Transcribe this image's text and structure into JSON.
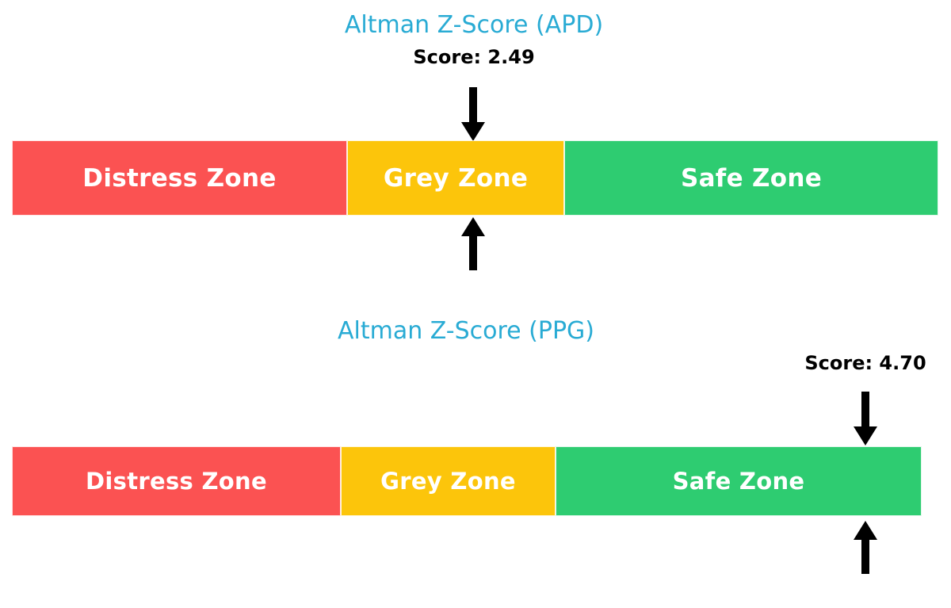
{
  "chart_data": [
    {
      "type": "bar",
      "orientation": "horizontal-stacked",
      "title": "Altman Z-Score (APD)",
      "score_label": "Score: 2.49",
      "score_value": 2.49,
      "categories": [
        "Distress Zone",
        "Grey Zone",
        "Safe Zone"
      ],
      "values": [
        36.2,
        23.5,
        40.3
      ],
      "segment_colors": [
        "#FB5252",
        "#FCC50B",
        "#2ECC71"
      ],
      "title_color": "#29ABD4",
      "score_color": "#000000",
      "marker_position_pct": 49.8,
      "marker_zone": "Grey Zone",
      "markers": [
        "down-arrow",
        "up-arrow"
      ],
      "xlabel": "",
      "ylabel": "",
      "grid": false,
      "legend": "none"
    },
    {
      "type": "bar",
      "orientation": "horizontal-stacked",
      "title": "Altman Z-Score (PPG)",
      "score_label": "Score: 4.70",
      "score_value": 4.7,
      "categories": [
        "Distress Zone",
        "Grey Zone",
        "Safe Zone"
      ],
      "values": [
        36.2,
        23.6,
        40.2
      ],
      "segment_colors": [
        "#FB5252",
        "#FCC50B",
        "#2ECC71"
      ],
      "title_color": "#29ABD4",
      "score_color": "#000000",
      "marker_position_pct": 93.8,
      "marker_zone": "Safe Zone",
      "markers": [
        "down-arrow",
        "up-arrow"
      ],
      "xlabel": "",
      "ylabel": "",
      "grid": false,
      "legend": "none"
    }
  ],
  "charts": [
    {
      "title": "Altman Z-Score (APD)",
      "score_label": "Score: 2.49",
      "zones": [
        {
          "label": "Distress Zone",
          "color": "#FB5252"
        },
        {
          "label": "Grey Zone",
          "color": "#FCC50B"
        },
        {
          "label": "Safe Zone",
          "color": "#2ECC71"
        }
      ],
      "marker_top_icon": "down-arrow-icon",
      "marker_bottom_icon": "up-arrow-icon"
    },
    {
      "title": "Altman Z-Score (PPG)",
      "score_label": "Score: 4.70",
      "zones": [
        {
          "label": "Distress Zone",
          "color": "#FB5252"
        },
        {
          "label": "Grey Zone",
          "color": "#FCC50B"
        },
        {
          "label": "Safe Zone",
          "color": "#2ECC71"
        }
      ],
      "marker_top_icon": "down-arrow-icon",
      "marker_bottom_icon": "up-arrow-icon"
    }
  ]
}
